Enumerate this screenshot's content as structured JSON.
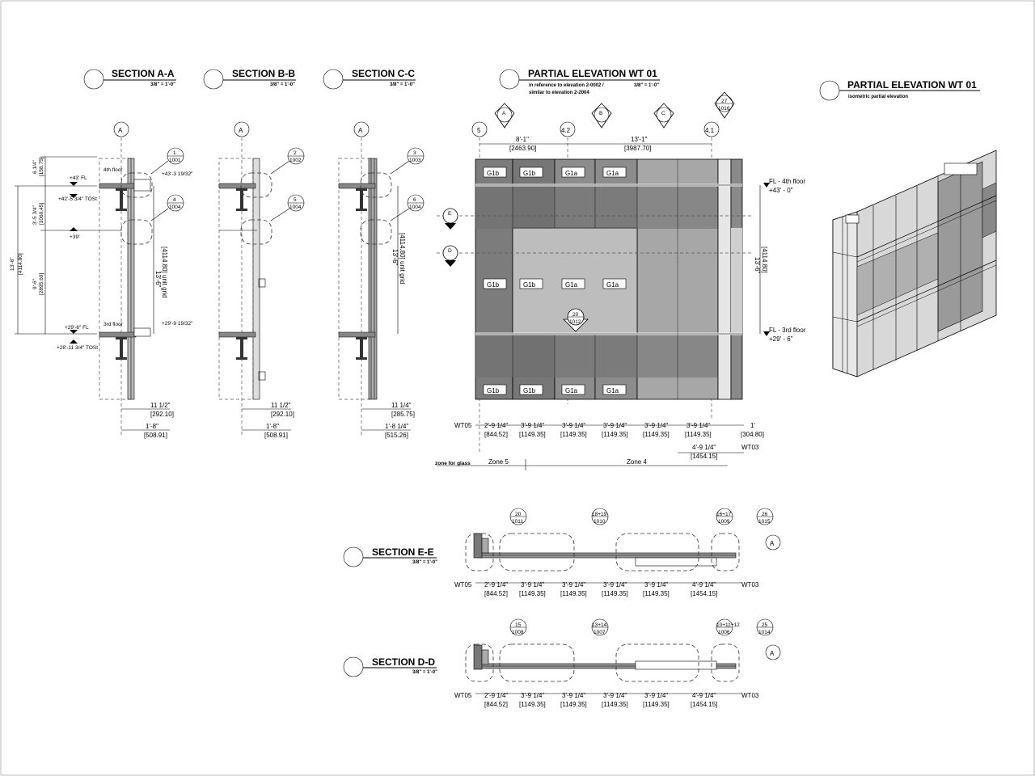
{
  "sections": {
    "aa": {
      "title": "SECTION A-A",
      "scale": "3/8\" = 1'-0\"",
      "grid": "A",
      "callouts": [
        {
          "num": "1",
          "sheet": "1001"
        },
        {
          "num": "4",
          "sheet": "1004"
        }
      ],
      "dims_left": [
        "6 1/4\"",
        "[158.75]",
        "3'-5 3/4\"",
        "[1060.45]",
        "9'-6\"",
        "[2895.60]",
        "13'-6\"",
        "[4114.80]"
      ],
      "levels": [
        "4th floor",
        "3rd floor",
        "+43' FL",
        "+42'-5 3/4\" TOSt",
        "+39'",
        "+29'-6\" FL",
        "+28'-11 3/4\" TOSt",
        "+43'-3 19/32\"",
        "+29'-9 19/32\""
      ],
      "unit_grid": "13'-6\"",
      "unit_grid_mm": "[4114.80] unit grid",
      "dims_bottom": [
        "11 1/2\"",
        "[292.10]",
        "1'-8\"",
        "[508.91]"
      ]
    },
    "bb": {
      "title": "SECTION B-B",
      "scale": "3/8\" = 1'-0\"",
      "grid": "A",
      "callouts": [
        {
          "num": "2",
          "sheet": "1002"
        },
        {
          "num": "5",
          "sheet": "1004"
        }
      ],
      "dims_bottom": [
        "11 1/2\"",
        "[292.10]",
        "1'-8\"",
        "[508.91]"
      ]
    },
    "cc": {
      "title": "SECTION C-C",
      "scale": "3/8\" = 1'-0\"",
      "grid": "A",
      "callouts": [
        {
          "num": "3",
          "sheet": "1003"
        },
        {
          "num": "6",
          "sheet": "1004"
        }
      ],
      "unit_grid": "13'-6\"",
      "unit_grid_mm": "[4114.80] unit grid",
      "dims_bottom": [
        "11 1/4\"",
        "[285.75]",
        "1'-8 1/4\"",
        "[515.26]"
      ]
    }
  },
  "elevation": {
    "title": "PARTIAL ELEVATION WT 01",
    "ref1": "in reference to elevation 2-0002 /",
    "ref2": "similar to elevation 2-2004",
    "scale": "3/8\" = 1'-0\"",
    "grids": [
      "5",
      "4.2",
      "4.1"
    ],
    "section_marks": [
      "A",
      "B",
      "C"
    ],
    "detail_27": {
      "num": "27",
      "sheet": "1016"
    },
    "detail_20": {
      "num": "20",
      "sheet": "1012"
    },
    "marks_ed": [
      "E",
      "D"
    ],
    "top_dims": [
      "8'-1\"",
      "[2463.90]",
      "13'-1\"",
      "[3987.70]"
    ],
    "glass_top": [
      "G1b",
      "G1b",
      "G1a",
      "G1a"
    ],
    "glass_mid": [
      "G1b",
      "G1b",
      "G1a",
      "G1a"
    ],
    "glass_bot": [
      "G1b",
      "G1b",
      "G1a",
      "G1a"
    ],
    "fl4": "FL - 4th floor",
    "fl4_el": "+43' - 0\"",
    "fl3": "FL - 3rd floor",
    "fl3_el": "+29' - 6\"",
    "right_dim": "13'-6\"",
    "right_dim_mm": "[4114.80]",
    "bottom_dims": {
      "wt05": "WT05",
      "items": [
        "2'-9 1/4\"",
        "[844.52]",
        "3'-9 1/4\"",
        "[1149.35]",
        "3'-9 1/4\"",
        "[1149.35]",
        "3'-9 1/4\"",
        "[1149.35]",
        "3'-9 1/4\"",
        "[1149.35]",
        "3'-9 1/4\"",
        "[1149.35]",
        "1'",
        "[304.80]"
      ],
      "extra": "4'-9 1/4\"",
      "extra_mm": "[1454.15]",
      "wt03": "WT03"
    },
    "zones": {
      "label": "zone for glass",
      "z5": "Zone 5",
      "z4": "Zone 4"
    }
  },
  "iso": {
    "title": "PARTIAL ELEVATION WT 01",
    "subtitle": "isometric partial elevation"
  },
  "section_ee": {
    "title": "SECTION E-E",
    "scale": "3/8\" = 1'-0\"",
    "grid": "A",
    "callouts": [
      {
        "num": "20",
        "sheet": "1011"
      },
      {
        "num": "18+19",
        "sheet": "1010"
      },
      {
        "num": "16+17",
        "sheet": "1009"
      },
      {
        "num": "26",
        "sheet": "1015"
      }
    ],
    "dims": [
      "WT05",
      "2'-9 1/4\"",
      "[844.52]",
      "3'-9 1/4\"",
      "[1149.35]",
      "3'-9 1/4\"",
      "[1149.35]",
      "3'-9 1/4\"",
      "[1149.35]",
      "3'-9 1/4\"",
      "[1149.35]",
      "4'-9 1/4\"",
      "[1454.15]",
      "WT03"
    ]
  },
  "section_dd": {
    "title": "SECTION D-D",
    "scale": "3/8\" = 1'-0\"",
    "grid": "A",
    "callouts": [
      {
        "num": "15",
        "sheet": "1008"
      },
      {
        "num": "13+14",
        "sheet": "1007"
      },
      {
        "num": "10+11+12",
        "sheet": "1006"
      },
      {
        "num": "25",
        "sheet": "1014"
      }
    ],
    "dims": [
      "WT05",
      "2'-9 1/4\"",
      "[844.52]",
      "3'-9 1/4\"",
      "[1149.35]",
      "3'-9 1/4\"",
      "[1149.35]",
      "3'-9 1/4\"",
      "[1149.35]",
      "3'-9 1/4\"",
      "[1149.35]",
      "4'-9 1/4\"",
      "[1454.15]",
      "WT03"
    ]
  },
  "colors": {
    "dark_panel": "#707070",
    "mid_panel": "#9a9a9a",
    "light_panel": "#bdbdbd",
    "frame": "#000000"
  }
}
